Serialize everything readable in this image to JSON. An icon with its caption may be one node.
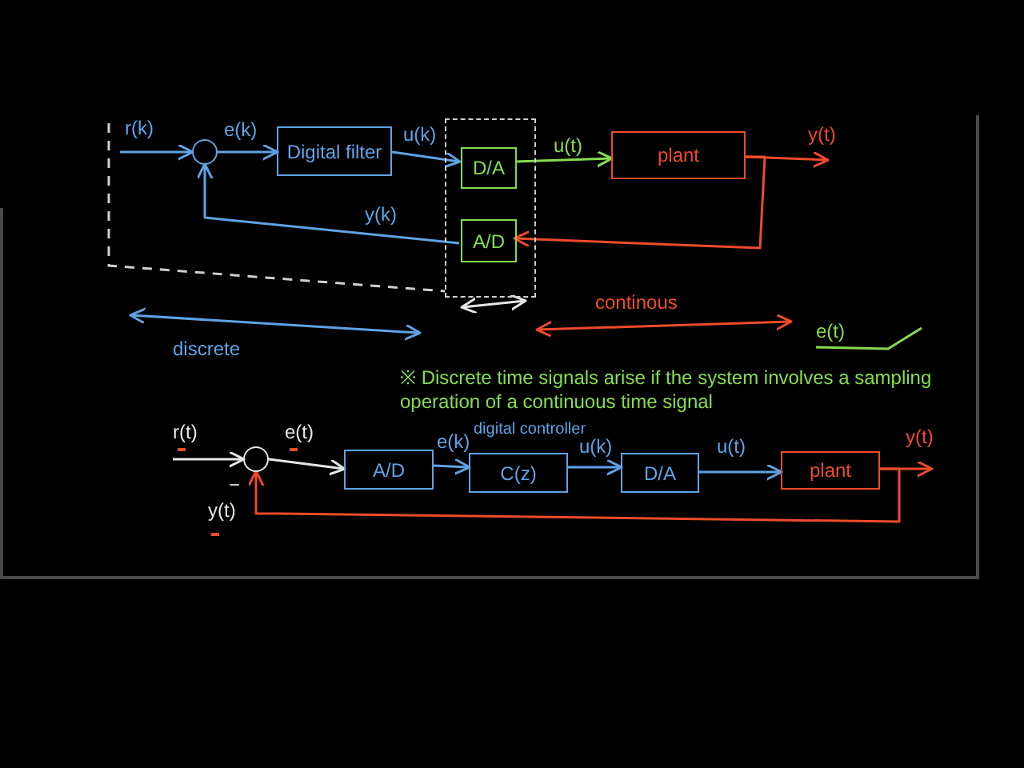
{
  "diagram": {
    "nodes": [
      {
        "text": [],
        "shape": "circle"
      },
      {
        "text": [
          "Digital filter"
        ]
      },
      {
        "text": [],
        "shape": "box"
      },
      {
        "text": [
          "D/A"
        ],
        "in": 2
      },
      {
        "text": [
          "plant"
        ]
      },
      {
        "text": [
          "A/D"
        ],
        "in": 2
      },
      {
        "text": [],
        "shape": "circle"
      },
      {
        "text": [
          "A/D"
        ]
      },
      {
        "text": [
          "C(z)"
        ],
        "beside": [
          "digital controller"
        ]
      },
      {
        "text": [
          "D/A"
        ]
      },
      {
        "text": [
          "plant"
        ]
      }
    ],
    "edges": [
      {
        "from": null,
        "to": 0,
        "arrow": "to",
        "label": "r(k)"
      },
      {
        "from": 0,
        "to": 1,
        "arrow": "to",
        "label": "e(k)"
      },
      {
        "from": 1,
        "to": 3,
        "arrow": "to",
        "label": "u(k)"
      },
      {
        "from": 3,
        "to": 4,
        "arrow": "to",
        "label": "u(t)",
        "color": "#86dc4e"
      },
      {
        "from": 4,
        "to": null,
        "arrow": "to",
        "label": "y(t)",
        "color": "#ee4b2b"
      },
      {
        "from": 4,
        "to": 5,
        "arrow": "to",
        "color": "#ee4b2b"
      },
      {
        "from": 5,
        "to": 0,
        "arrow": "to",
        "label": "y(k)"
      },
      {
        "from": null,
        "to": 6,
        "arrow": "to",
        "label": "r(t)",
        "color": "#e6e6e6"
      },
      {
        "from": 6,
        "to": 7,
        "arrow": "to",
        "label": "e(t)",
        "color": "#e6e6e6"
      },
      {
        "from": 7,
        "to": 8,
        "arrow": "to",
        "label": "e(k)"
      },
      {
        "from": 8,
        "to": 9,
        "arrow": "to",
        "label": "u(k)"
      },
      {
        "from": 9,
        "to": 10,
        "arrow": "to",
        "label": "u(t)"
      },
      {
        "from": 10,
        "to": null,
        "arrow": "to",
        "label": "y(t)",
        "color": "#ee4b2b"
      },
      {
        "from": 10,
        "to": 6,
        "arrow": "to",
        "label": "y(t)",
        "color": "#ee4b2b"
      }
    ],
    "labels": [
      "continous",
      "e(t)",
      "discrete",
      "※ Discrete time signals arise if the system involves a sampling operation of a continuous time signal",
      "−"
    ]
  }
}
